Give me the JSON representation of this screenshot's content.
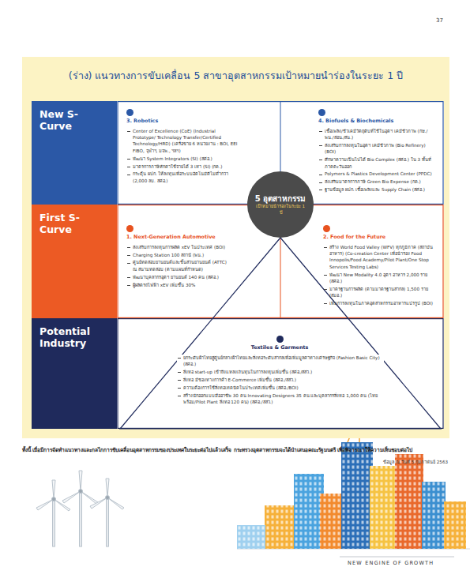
{
  "diagram": {
    "nodes": [
      {
        "text": [
          "(ร่าง) แนวทางการขับเคลื่อน 5 สาขาอุตสาหกรรมเป้าหมายนำร่องในระยะ 1 ปี"
        ]
      },
      {
        "text": [
          "New S-Curve"
        ],
        "in": 0
      },
      {
        "text": [
          "First S-Curve"
        ],
        "in": 0
      },
      {
        "text": [
          "Potential Industry"
        ],
        "in": 0
      },
      {
        "text": [
          "3. Robotics",
          "Center of Excellence (CoE) (Industrial Prototype/ Technology Transfer/Certified Technology/HRD) (เครือข่าย 6 หน่วยงาน : BOI, EEI FIBO, จุฬาฯ, มจพ., ฯลฯ)",
          "พัฒนา System Integrators (SI) (สศอ.)",
          "มาตรการภาษีหักค่าใช้จ่ายได้ 3 เท่า (SI) (กค.)",
          "กระตุ้น ผปก. ให้ลงทุนเพื่อระบบอัตโนมัติไม่ต่ำกว่า (2,000 ลบ. สศอ.)"
        ],
        "in": 0
      },
      {
        "text": [
          "4. Biofuels & Biochemicals",
          "เชื้อเพลิง/ชีวเคมีวัตถุดิบที่ใช้ในอุตฯ เคมีชีวภาพ (กษ./พน./สอน./สน.)",
          "ส่งเสริมการลงทุนในอุตฯ เคมีชีวภาพ (Bio Refinery) (BOI)",
          "ศึกษาความเป็นไปได้ Bio Complex (สศอ.) ใน 3 พื้นที่ภาคตะวันออก",
          "Polymers & Plastics Development Center (PPDC)",
          "ส่งเสริมมาตรการภาษี Green Bio Expense (กค.)",
          "ฐานข้อมูล ผปก. เชื้อเพลิงและ Supply Chain (สศอ.)"
        ],
        "in": 0
      },
      {
        "text": [
          "1. Next-Generation Automotive",
          "ส่งเสริมการลงทุนการผลิต xEV ในประเทศ (BOI)",
          "Charging Station 100 สถานี (พน.)",
          "ศูนย์ทดสอบยานยนต์และชิ้นส่วนยานยนต์ (ATTC) ณ สนามทดสอบ (ตามแผนที่กำหนด)",
          "พัฒนาบุคลากรอุตฯ ยานยนต์ 140 คน (สศอ.)",
          "ผู้ผลิตรถไฟฟ้า xEV เพิ่มขึ้น 30%"
        ],
        "in": 0
      },
      {
        "text": [
          "2. Food for the Future",
          "สร้าง World Food Valley (WFV) ทุกภูมิภาค (สถาบันอาหาร) (Co-creation Center เพื่อนำร่อง Food Innopolis/Food Academy/Pilot Plant/One Stop Services Testing Labs)",
          "พัฒนา New Modality 4.0 อุตฯ อาหาร 2,000 ราย (สศอ.)",
          "มาตรฐานการผลิต (ตามมาตรฐานสากล) 1,500 ราย (สมอ.)",
          "เพิ่มการลงทุนในภาคอุตสาหกรรมอาหารแปรรูป (BOI)"
        ],
        "in": 0
      },
      {
        "text": [
          "5 อุตสาหกรรม",
          "เป้าหมายนำร่องในระยะ 1 ปี"
        ],
        "in": 0
      },
      {
        "text": [
          "Textiles & Garments",
          "ยกระดับผ้าไทยสู่ศูนย์กลางผ้าไทยและสิ่งทอระดับสากลเพื่อเพิ่มมูลค่าทางเศรษฐกิจ (Fashion Basic City) (สศอ.)",
          "สิ่งทอ start-up เข้าถึงแหล่งเงินทุนในการลงทุนเพิ่มขึ้น (สศอ./สสว.)",
          "สิ่งทอ มีช่องทางการค้า E-Commerce เพิ่มขึ้น (สศอ./สสว.)",
          "ความต้องการใช้สิ่งทอเทคนิคในประเทศเพิ่มขึ้น (สศอ./BOI)",
          "สร้างนักออกแบบมืออาชีพ 30 คน Innovating Designers 35 คน และบุคลากรสิ่งทอ 1,000 คน (ไทยพร้อม/Pilot Plant สิ่งทอ 120 คน) (สศอ./สสว.)"
        ],
        "in": 0
      }
    ],
    "labels": [
      "37",
      "ทั้งนี้ เมื่อมีการจัดทำแนวทางและกลไกการขับเคลื่อนอุตสาหกรรมของประเทศในระยะต่อไปแล้วเสร็จ กระทรวงอุตสาหกรรมจะได้นำเสนอคณะรัฐมนตรี เพื่อพิจารณาให้ความเห็นชอบต่อไป",
      "ข้อมูล ณ วันที่ 5 กุมภาพันธ์ 2563",
      "NEW ENGINE OF GROWTH"
    ]
  }
}
